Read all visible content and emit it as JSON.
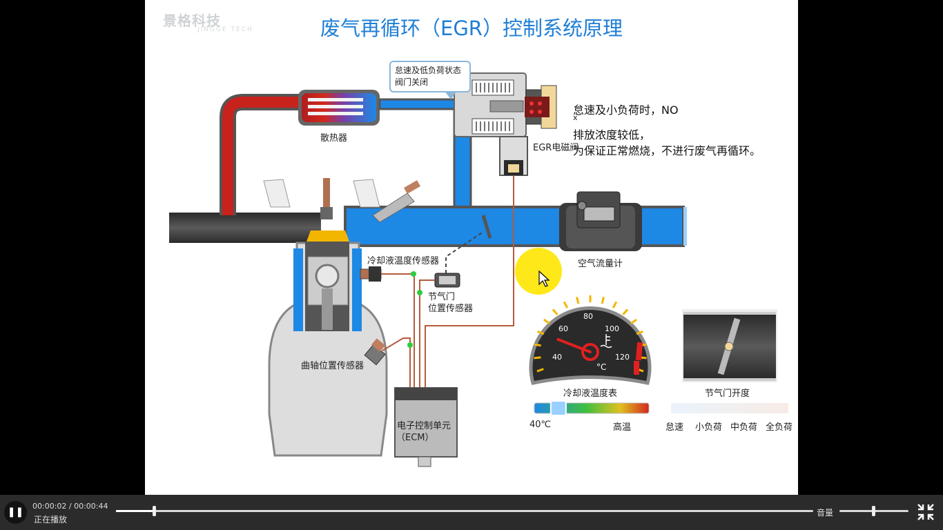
{
  "logo": {
    "name": "景格科技",
    "sub": "JINGGE TECH"
  },
  "slide": {
    "title": "废气再循环（EGR）控制系统原理",
    "callout": {
      "line1": "怠速及低负荷状态",
      "line2": "阀门关闭"
    },
    "description": {
      "line1": "怠速及小负荷时，NO",
      "sub": "x",
      "line2": "排放浓度较低，",
      "line3": "为保证正常燃烧，不进行废气再循环。"
    },
    "labels": {
      "radiator": "散热器",
      "egr_valve": "EGR电磁阀",
      "air_flow_meter": "空气流量计",
      "coolant_sensor": "冷却液温度传感器",
      "throttle_sensor_1": "节气门",
      "throttle_sensor_2": "位置传感器",
      "crank_sensor": "曲轴位置传感器",
      "ecm_1": "电子控制单元",
      "ecm_2": "（ECM）",
      "gauge_title": "冷却液温度表",
      "throttle_title": "节气门开度"
    },
    "gauge": {
      "ticks": [
        "40",
        "60",
        "80",
        "100",
        "120"
      ],
      "unit": "°C",
      "icon": "coolant-temperature-icon",
      "value": 55,
      "range": [
        40,
        120
      ]
    },
    "temp_bar": {
      "low_label": "40℃",
      "high_label": "高温",
      "value_fraction": 0.21
    },
    "load_bar": {
      "labels": [
        "怠速",
        "小负荷",
        "中负荷",
        "全负荷"
      ],
      "selected": "怠速"
    },
    "colors": {
      "hot_exhaust": "#d2281e",
      "cool_exhaust": "#1e88e5",
      "intake_air": "#1e88e5",
      "accent_title": "#1f7fd6",
      "pointer": "#ffe600"
    }
  },
  "player": {
    "time": "00:00:02 / 00:00:44",
    "status": "正在播放",
    "progress_fraction": 0.054,
    "volume_label": "音量",
    "volume_fraction": 0.49,
    "play_state_icon": "pause-icon",
    "fullscreen_icon": "exit-fullscreen-icon"
  }
}
